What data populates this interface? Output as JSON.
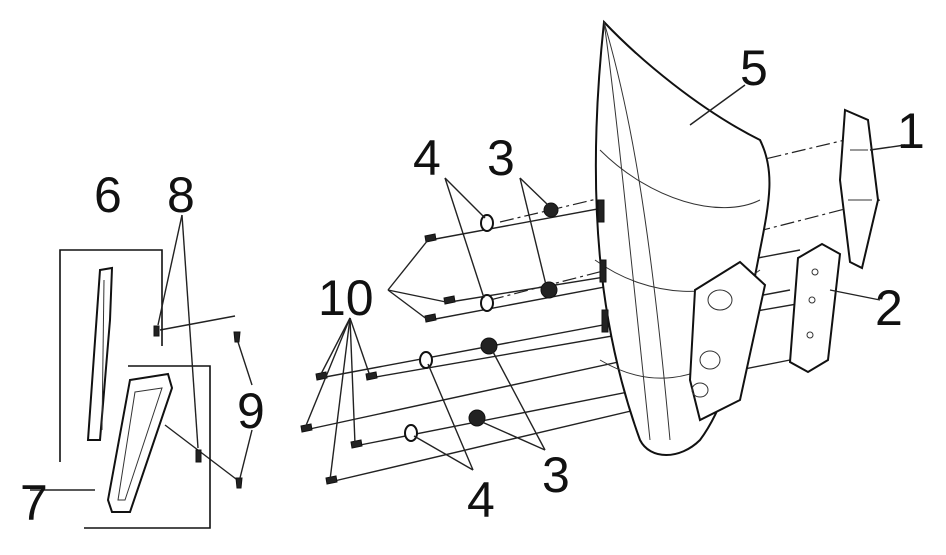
{
  "labels": {
    "l1": "1",
    "l2": "2",
    "l3a": "3",
    "l3b": "3",
    "l4a": "4",
    "l4b": "4",
    "l5": "5",
    "l6": "6",
    "l7": "7",
    "l8": "8",
    "l9": "9",
    "l10": "10"
  }
}
